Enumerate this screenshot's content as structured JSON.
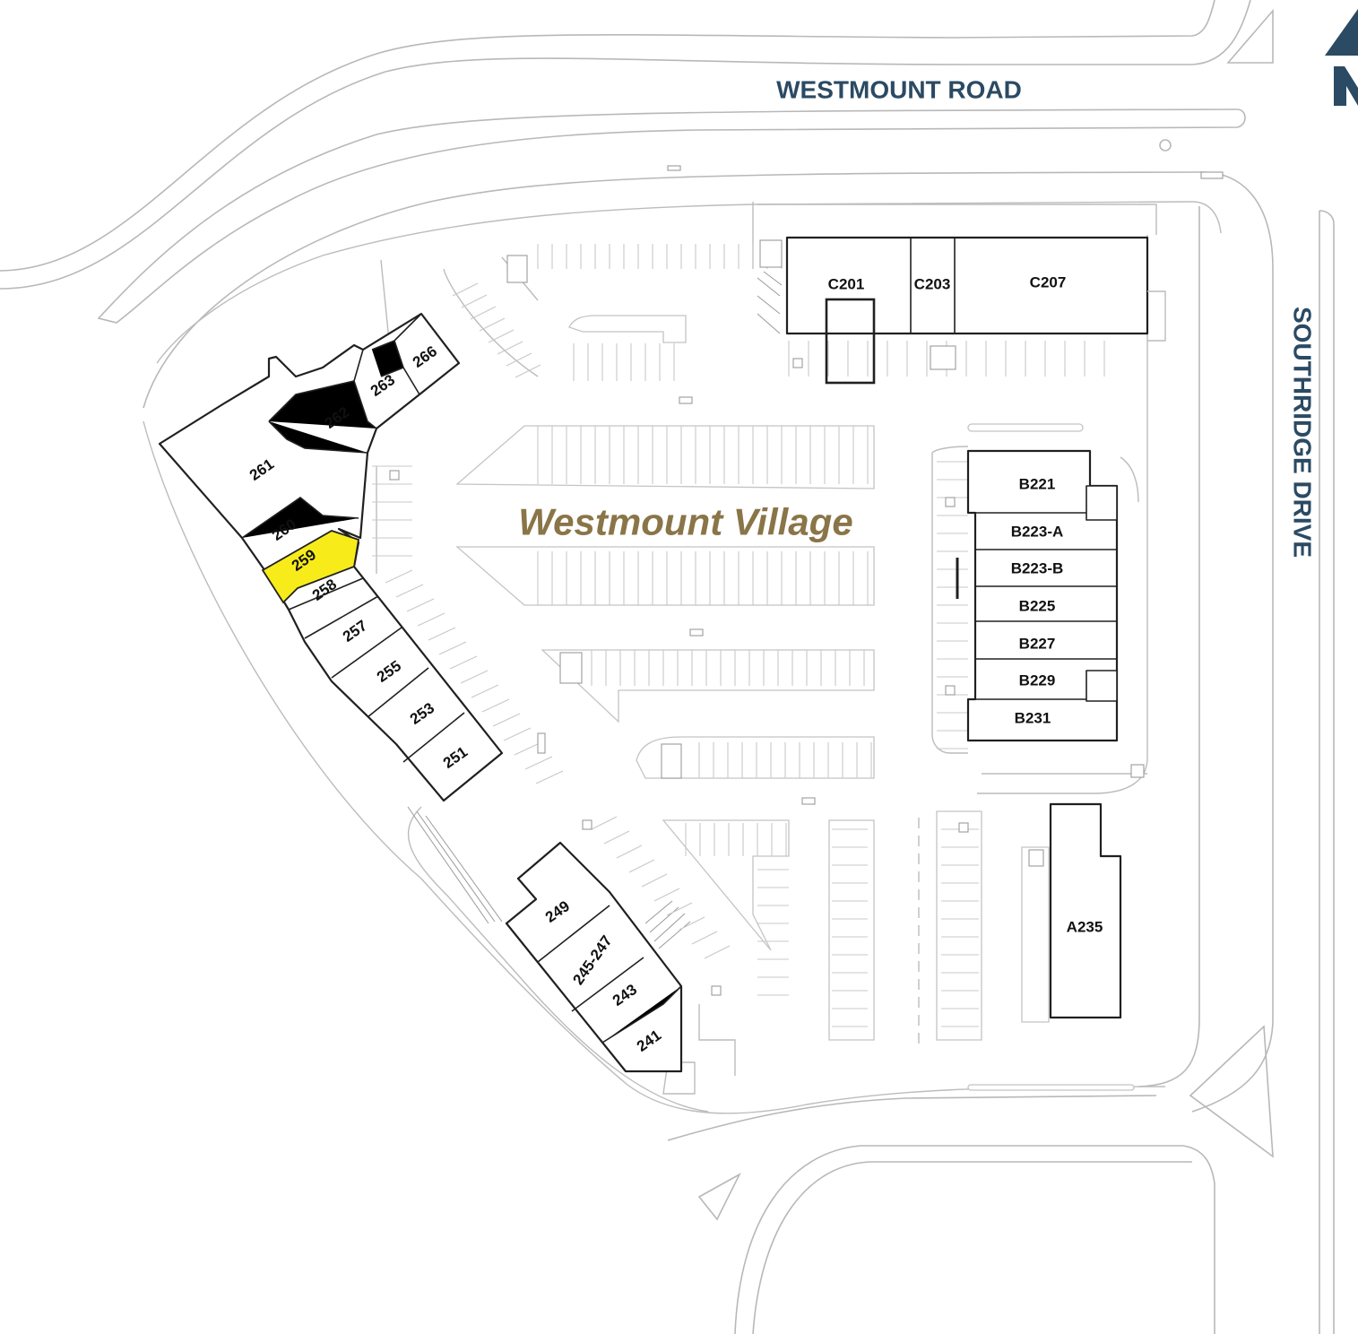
{
  "map": {
    "title": "Westmount Village",
    "roads": {
      "north": "WESTMOUNT ROAD",
      "east": "SOUTHRIDGE DRIVE"
    },
    "units": {
      "u266": "266",
      "u263": "263",
      "u262": "262",
      "u261": "261",
      "u260": "260",
      "u259": "259",
      "u258": "258",
      "u257": "257",
      "u255": "255",
      "u253": "253",
      "u251": "251",
      "u249": "249",
      "u245_247": "245-247",
      "u243": "243",
      "u241": "241",
      "c201": "C201",
      "c203": "C203",
      "c207": "C207",
      "b221": "B221",
      "b223a": "B223-A",
      "b223b": "B223-B",
      "b225": "B225",
      "b227": "B227",
      "b229": "B229",
      "b231": "B231",
      "a235": "A235"
    },
    "highlighted_unit": "259",
    "colors": {
      "road_label": "#2b4a63",
      "title": "#8a7548",
      "highlight_fill": "#f7ec1a",
      "north_arrow": "#2b4a63"
    },
    "icons": {
      "north_arrow": "north-arrow-icon"
    }
  }
}
